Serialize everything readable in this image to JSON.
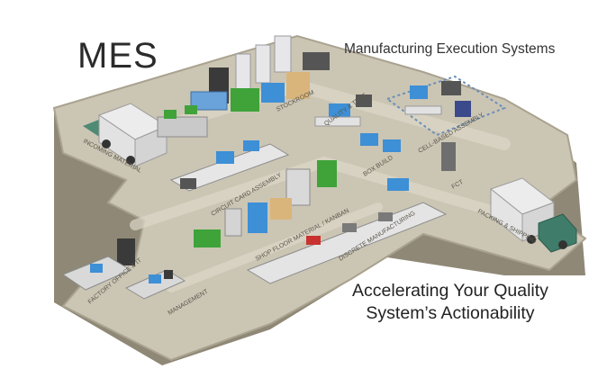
{
  "header": {
    "title": "MES",
    "subtitle": "Manufacturing Execution Systems"
  },
  "tagline": {
    "line1": "Accelerating Your Quality",
    "line2": "System’s Actionability"
  },
  "zones": {
    "incoming_material": "INCOMING MATERIAL",
    "stockroom": "STOCKROOM",
    "quality_test": "QUALITY & TEST",
    "cell_based_assembly": "CELL-BASED ASSEMBLY",
    "circuit_card_assembly": "CIRCUIT CARD ASSEMBLY",
    "box_build": "BOX BUILD",
    "fct": "FCT",
    "packing_shipping": "PACKING & SHIPPING",
    "shop_floor_material": "SHOP FLOOR MATERIAL / KANBAN",
    "discrete_manufacturing": "DISCRETE MANUFACTURING",
    "factory_office": "FACTORY OFFICE & IT",
    "management": "MANAGEMENT"
  },
  "colors": {
    "floor_top": "#cbc5b4",
    "floor_edge": "#a9a28f",
    "floor_side": "#8f8876",
    "screen_blue": "#3d8fd6",
    "green_bins": "#3fa33a",
    "truck_cab": "#3f7d6a",
    "red_part": "#c9322f"
  }
}
